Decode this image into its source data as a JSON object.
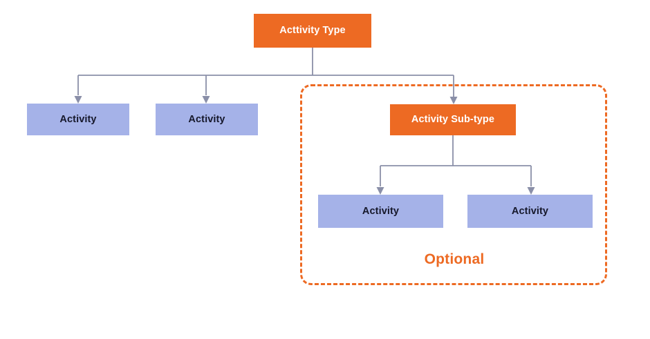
{
  "diagram": {
    "title_node": {
      "label": "Acttivity Type",
      "kind": "orange"
    },
    "optional_group": {
      "label": "Optional",
      "border_color": "#ED6A23",
      "border_style": "dashed"
    },
    "nodes": [
      {
        "id": "activity-type",
        "label": "Acttivity Type",
        "kind": "orange",
        "level": 0
      },
      {
        "id": "activity-1",
        "label": "Activity",
        "kind": "blue",
        "level": 1
      },
      {
        "id": "activity-2",
        "label": "Activity",
        "kind": "blue",
        "level": 1
      },
      {
        "id": "activity-sub-type",
        "label": "Activity Sub-type",
        "kind": "orange",
        "level": 1
      },
      {
        "id": "activity-3",
        "label": "Activity",
        "kind": "blue",
        "level": 2
      },
      {
        "id": "activity-4",
        "label": "Activity",
        "kind": "blue",
        "level": 2
      }
    ],
    "colors": {
      "orange": "#ED6A23",
      "blue": "#A5B2E8",
      "connector": "#8A8FA8",
      "text_dark": "#16182B",
      "text_light": "#FFFFFF",
      "background": "#FFFFFF"
    }
  }
}
